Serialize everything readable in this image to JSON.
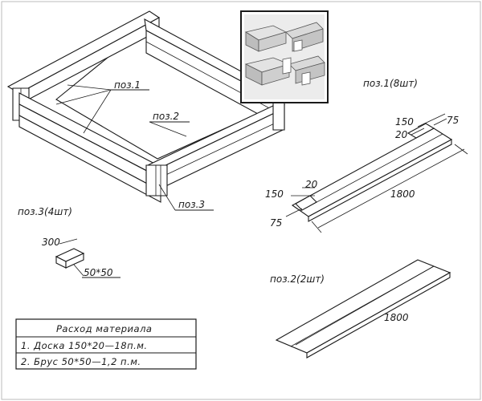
{
  "assembly": {
    "callout_pos1": "поз.1",
    "callout_pos2": "поз.2",
    "callout_pos3": "поз.3"
  },
  "parts": {
    "pos1_title": "поз.1(8шт)",
    "pos1_length": "1800",
    "pos1_dim_150_top": "150",
    "pos1_dim_75_top": "75",
    "pos1_dim_20_top": "20",
    "pos1_dim_150_left": "150",
    "pos1_dim_20_left": "20",
    "pos1_dim_75_left": "75",
    "pos2_title": "поз.2(2шт)",
    "pos2_length": "1800",
    "pos3_title": "поз.3(4шт)",
    "pos3_length": "300",
    "pos3_section": "50*50"
  },
  "material_table": {
    "header": "Расход материала",
    "rows": [
      "1.  Доска 150*20—18п.м.",
      "2.  Брус 50*50—1,2 п.м."
    ]
  }
}
